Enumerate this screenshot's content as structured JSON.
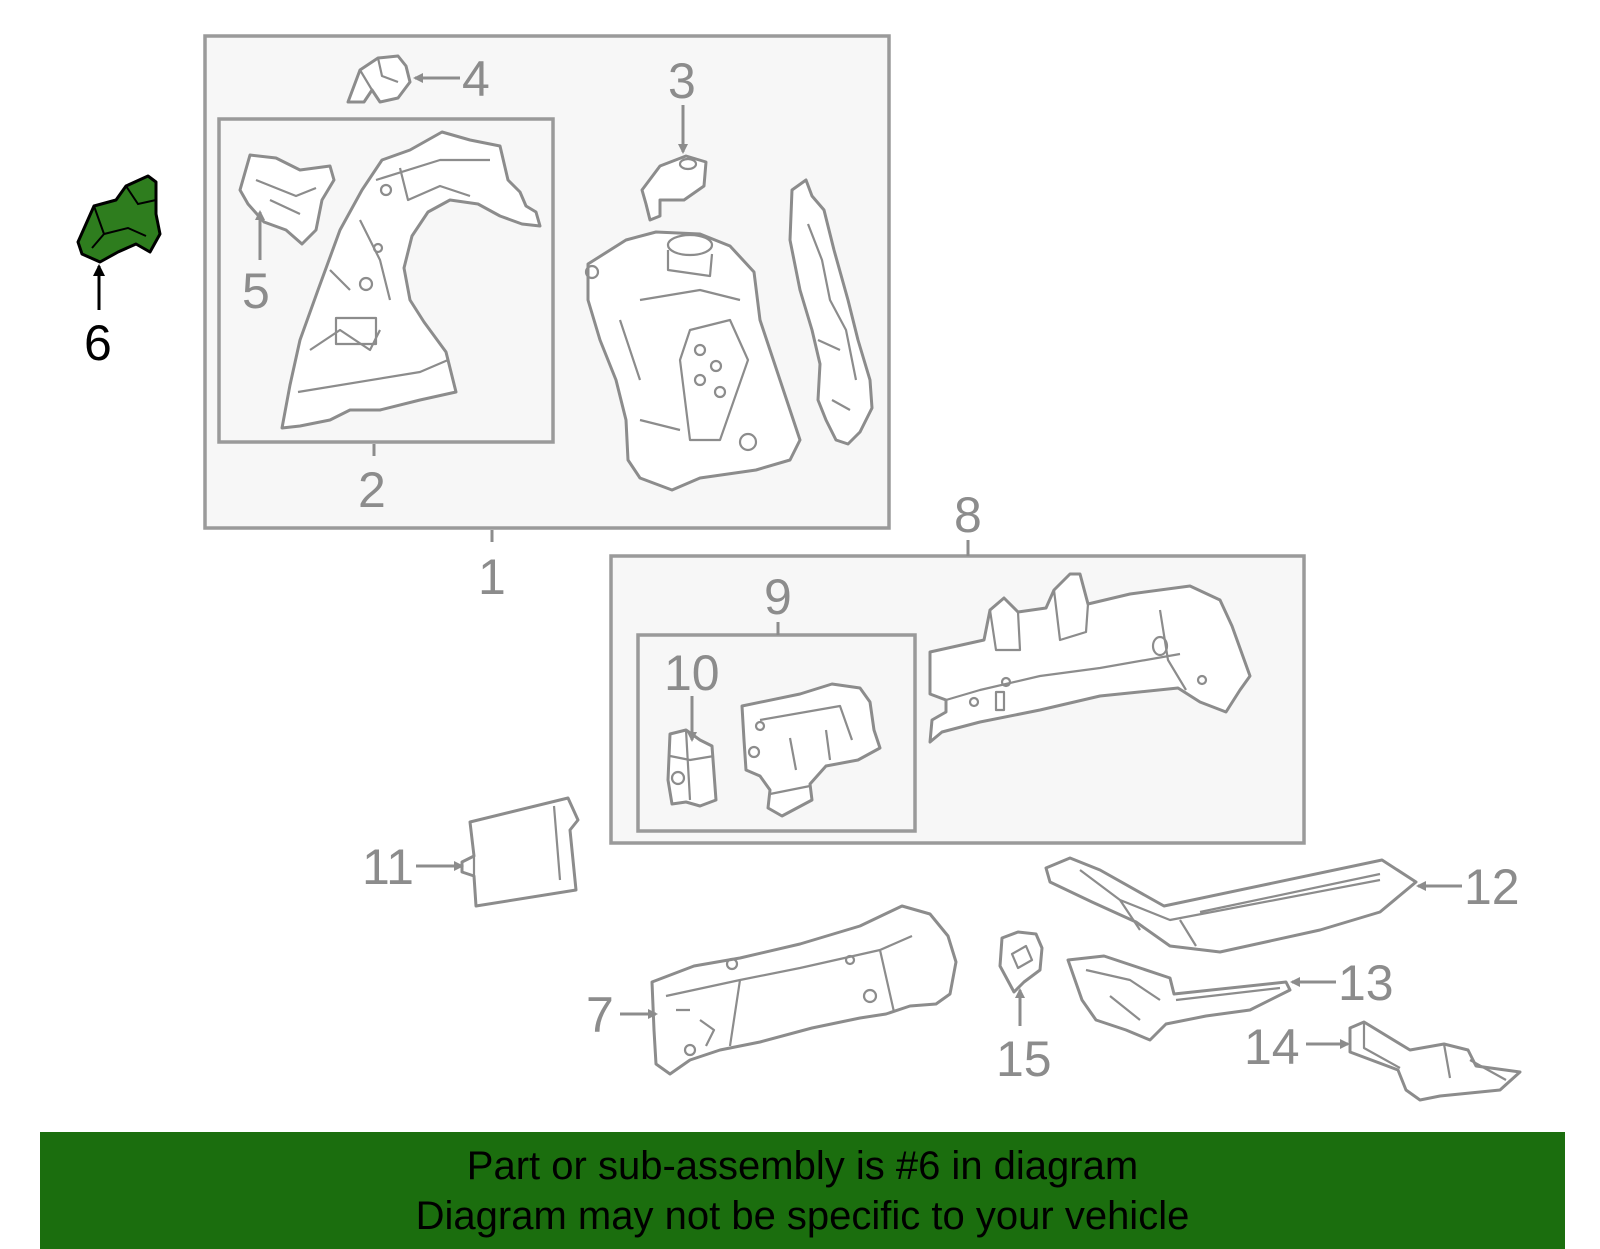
{
  "callouts": {
    "c1": "1",
    "c2": "2",
    "c3": "3",
    "c4": "4",
    "c5": "5",
    "c6": "6",
    "c7": "7",
    "c8": "8",
    "c9": "9",
    "c10": "10",
    "c11": "11",
    "c12": "12",
    "c13": "13",
    "c14": "14",
    "c15": "15"
  },
  "highlighted_part": "6",
  "colors": {
    "highlight": "#2e7d1e",
    "footer_bg": "#1b6e0e",
    "lines": "#8c8c8c"
  },
  "footer": {
    "line1": "Part or sub-assembly is #6 in diagram",
    "line2": "Diagram may not be specific to your vehicle"
  }
}
